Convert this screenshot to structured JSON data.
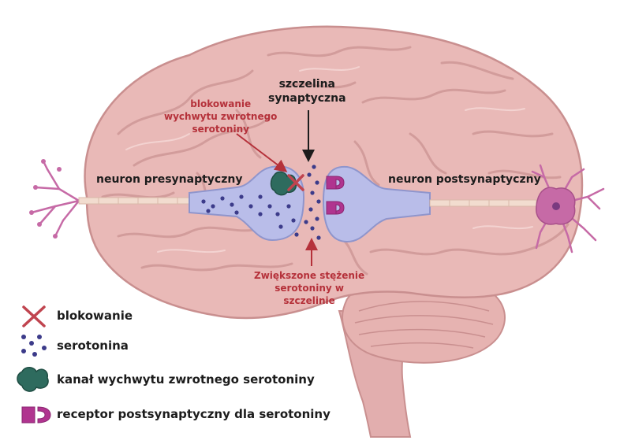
{
  "labels": {
    "cleft": [
      "szczelina",
      "synaptyczna"
    ],
    "blocking": [
      "blokowanie",
      "wychwytu zwrotnego",
      "serotoniny"
    ],
    "presynaptic": "neuron presynaptyczny",
    "postsynaptic": "neuron postsynaptyczny",
    "concentration": [
      "Zwiększone stężenie",
      "serotoniny w",
      "szczelinie"
    ]
  },
  "legend": {
    "blocking": "blokowanie",
    "serotonin": "serotonina",
    "channel": "kanał wychwytu zwrotnego serotoniny",
    "receptor": "receptor postsynaptyczny dla serotoniny"
  },
  "colors": {
    "brain": "#e9b9b7",
    "brain_stroke": "#c98f8f",
    "neuron": "#b9bde9",
    "neuron_stroke": "#8f95cc",
    "serotonin": "#3c3b8a",
    "block_x": "#c0444f",
    "channel": "#2e6b5e",
    "receptor": "#b0348f",
    "dendrite": "#c66aa6",
    "label_red": "#b5313a"
  },
  "icons": [
    "block-x-icon",
    "serotonin-dots-icon",
    "reuptake-channel-icon",
    "receptor-icon"
  ]
}
